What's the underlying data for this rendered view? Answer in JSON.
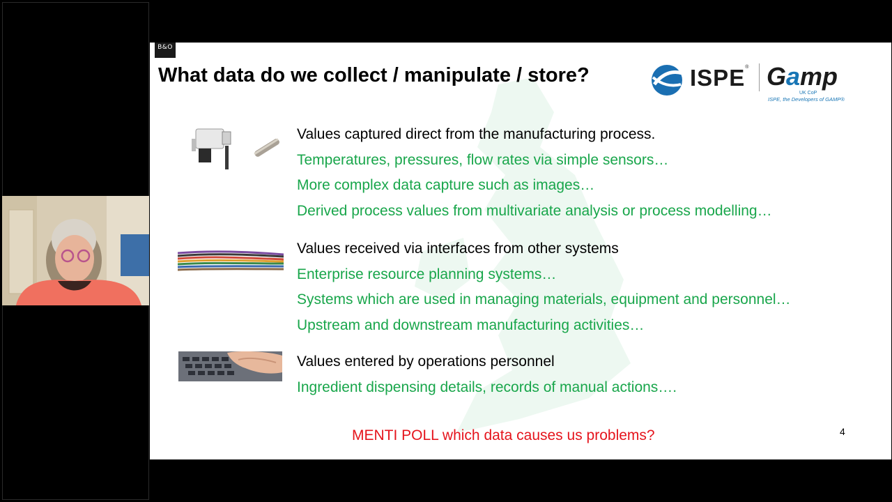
{
  "slide": {
    "brand_mark": "B&O",
    "title": "What data do we collect / manipulate / store?",
    "logo": {
      "ispe": "ISPE",
      "gamp_prefix": "G",
      "gamp_a": "a",
      "gamp_suffix": "mp",
      "ukcop": "UK CoP",
      "tagline": "ISPE, the Developers of GAMP®"
    },
    "sections": [
      {
        "heading": "Values captured direct from the manufacturing process.",
        "items": [
          "Temperatures, pressures, flow rates via simple sensors…",
          "More complex data capture such as images…",
          "Derived process values from multivariate analysis or process modelling…"
        ]
      },
      {
        "heading": "Values received via interfaces from other systems",
        "items": [
          "Enterprise resource planning systems…",
          "Systems which are used in managing materials, equipment and personnel…",
          "Upstream and downstream manufacturing activities…"
        ]
      },
      {
        "heading": "Values entered by operations personnel",
        "items": [
          "Ingredient dispensing details, records of manual actions…."
        ]
      }
    ],
    "poll": "MENTI POLL which data causes us problems?",
    "page_number": "4"
  },
  "colors": {
    "green_text": "#19a64b",
    "poll_red": "#e5141c",
    "gamp_blue": "#1775b5"
  }
}
